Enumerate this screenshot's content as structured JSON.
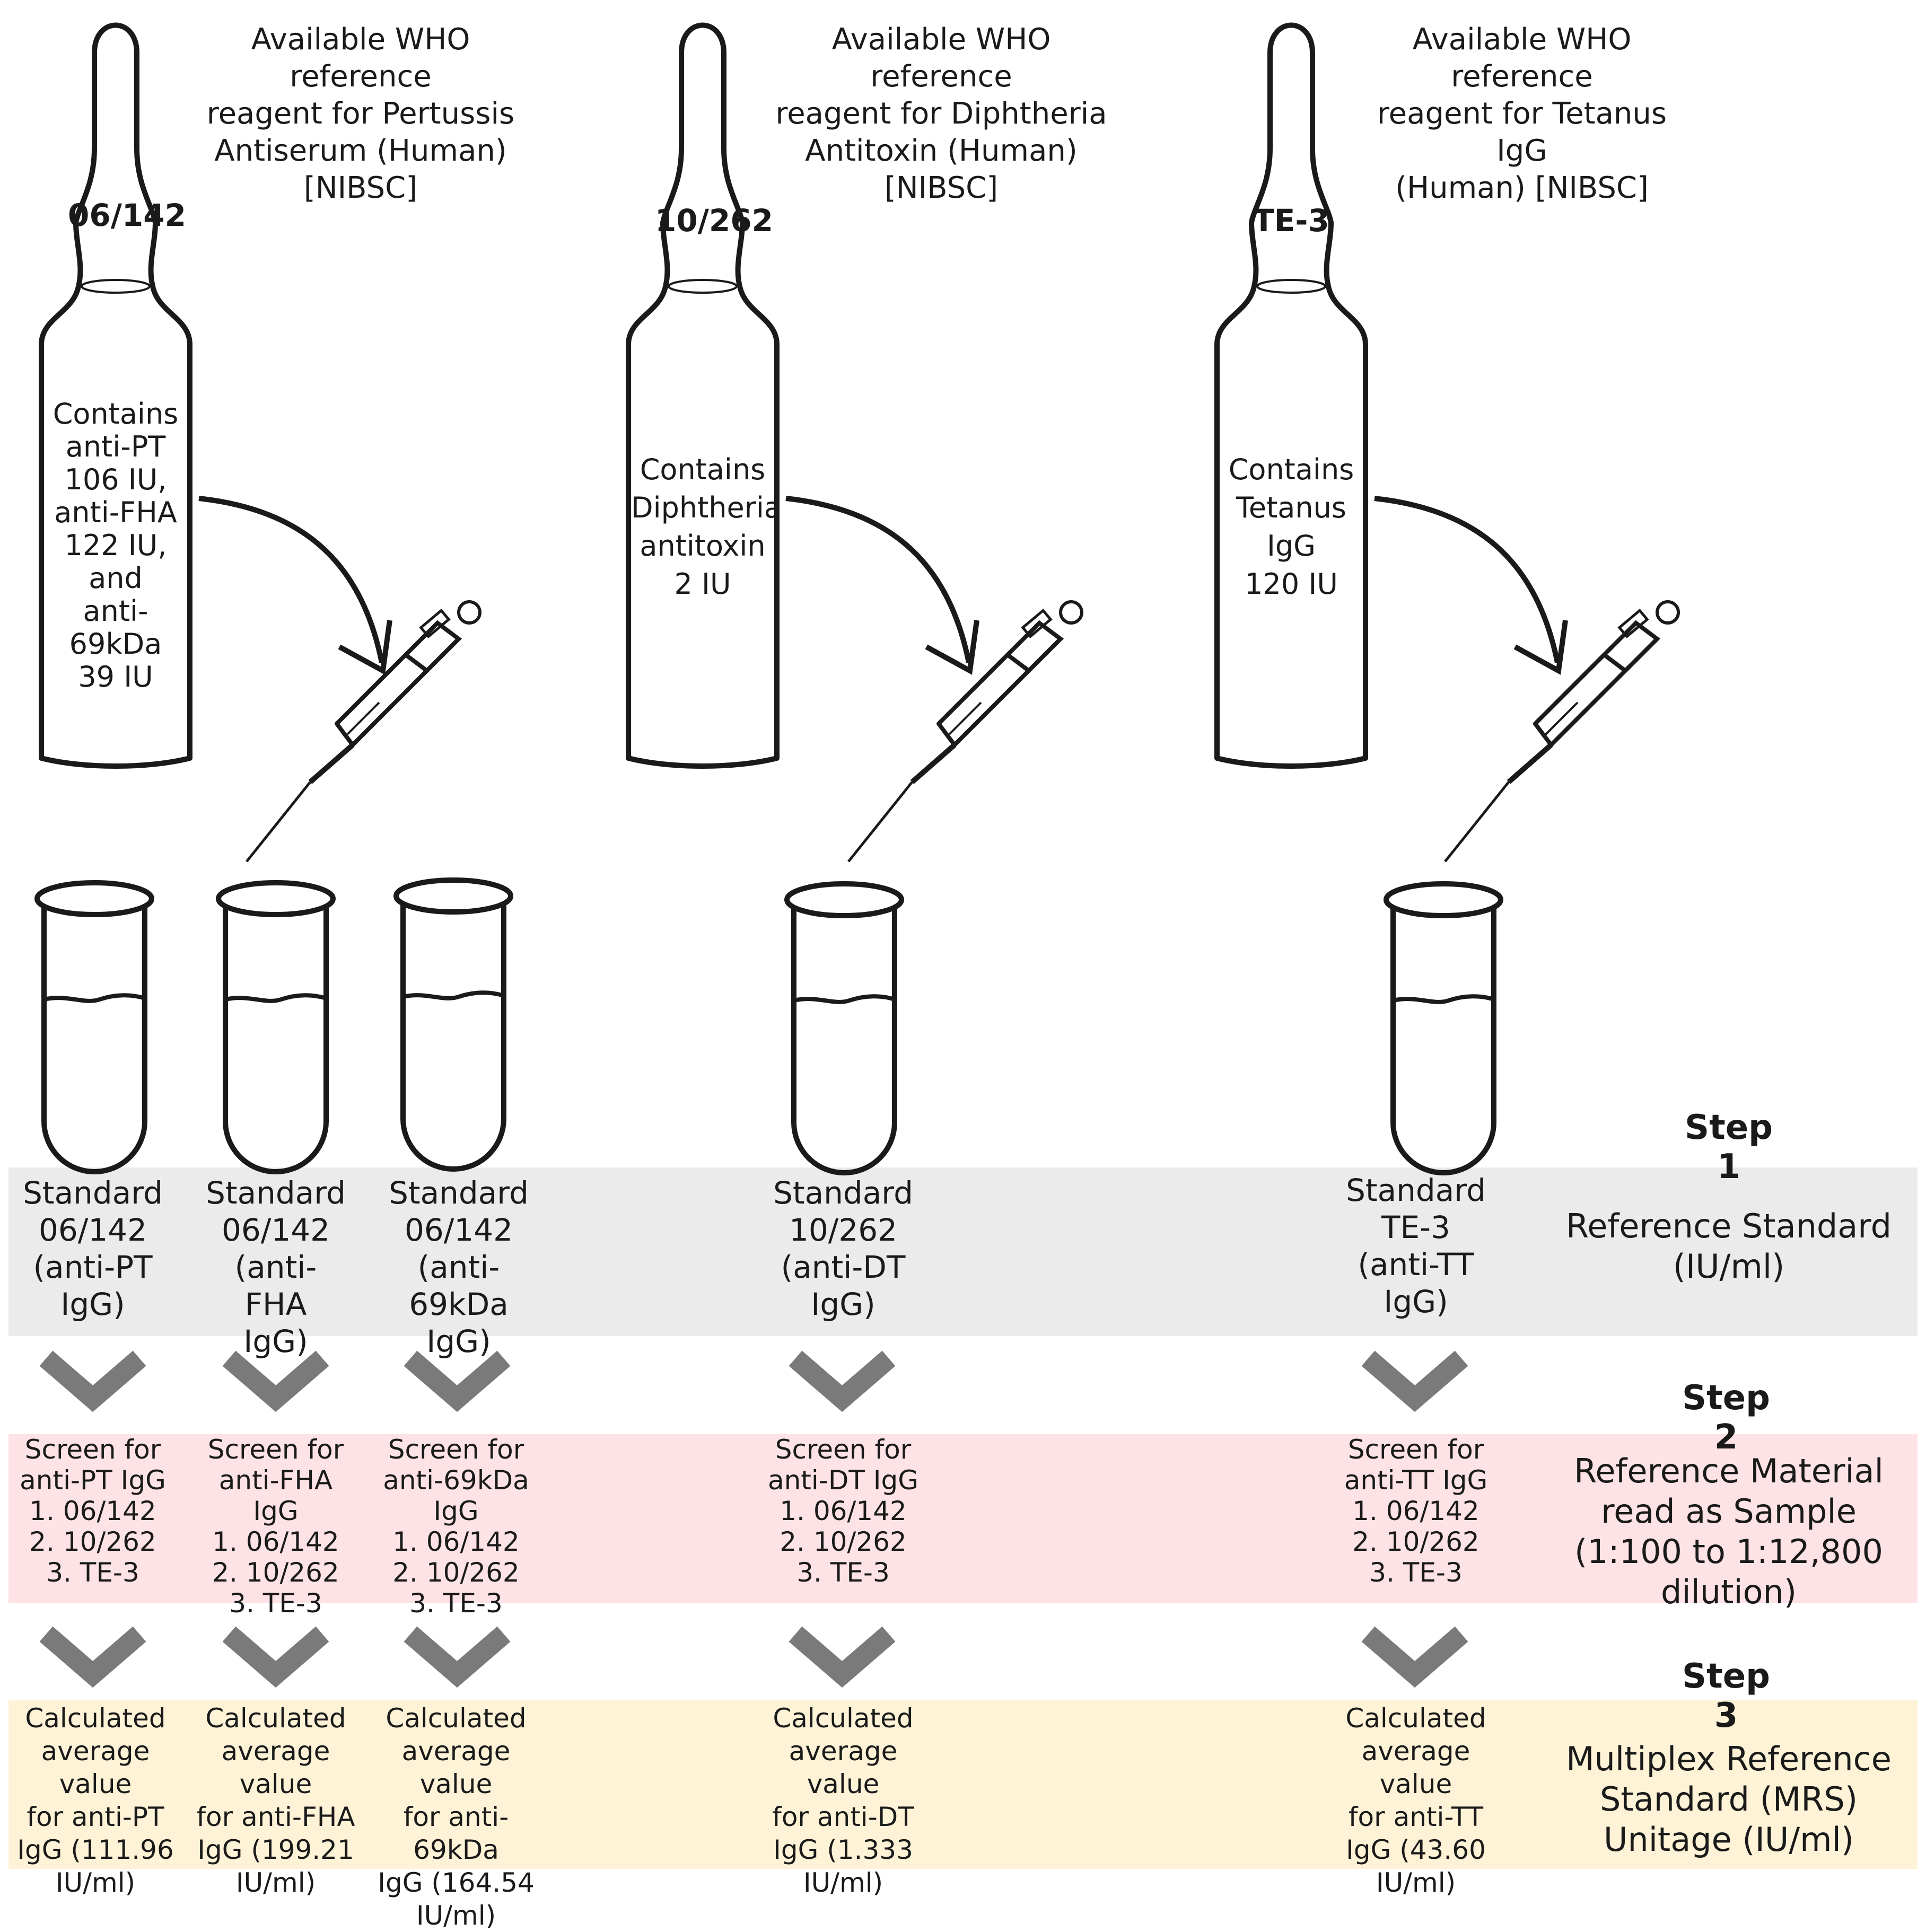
{
  "reagents": [
    {
      "title": "Available WHO reference\nreagent for Pertussis\nAntiserum (Human) [NIBSC]",
      "code": "06/142",
      "contents": "Contains\nanti-PT\n106 IU,\nanti-FHA\n122 IU,\nand\nanti-69kDa\n39 IU"
    },
    {
      "title": "Available WHO reference\nreagent for Diphtheria\nAntitoxin (Human) [NIBSC]",
      "code": "10/262",
      "contents": "Contains\nDiphtheria\nantitoxin\n2 IU"
    },
    {
      "title": "Available WHO reference\nreagent for Tetanus IgG\n(Human) [NIBSC]",
      "code": "TE-3",
      "contents": "Contains\nTetanus\nIgG\n120 IU"
    }
  ],
  "steps": {
    "step1": "Step 1",
    "step2": "Step 2",
    "step3": "Step 3"
  },
  "bands": {
    "reference_standard": "Reference Standard\n(IU/ml)",
    "reference_material": "Reference Material\nread as Sample\n(1:100 to 1:12,800 dilution)",
    "mrs": "Multiplex Reference\nStandard (MRS)\nUnitage (IU/ml)"
  },
  "columns": [
    {
      "standard": "Standard\n06/142\n(anti-PT\nIgG)",
      "screen": "Screen for\nanti-PT IgG\n1. 06/142\n2. 10/262\n3. TE-3",
      "calculated": "Calculated\naverage value\nfor anti-PT\nIgG (111.96\nIU/ml)"
    },
    {
      "standard": "Standard\n06/142\n(anti-FHA\nIgG)",
      "screen": "Screen for\nanti-FHA IgG\n1. 06/142\n2. 10/262\n3. TE-3",
      "calculated": "Calculated\naverage value\nfor anti-FHA\nIgG (199.21\nIU/ml)"
    },
    {
      "standard": "Standard\n06/142\n(anti-69kDa\nIgG)",
      "screen": "Screen for\nanti-69kDa IgG\n1. 06/142\n2. 10/262\n3. TE-3",
      "calculated": "Calculated\naverage value\nfor anti-69kDa\nIgG (164.54\nIU/ml)"
    },
    {
      "standard": "Standard\n10/262\n(anti-DT\nIgG)",
      "screen": "Screen for\nanti-DT IgG\n1. 06/142\n2. 10/262\n3. TE-3",
      "calculated": "Calculated\naverage value\nfor anti-DT\nIgG (1.333\nIU/ml)"
    },
    {
      "standard": "Standard\nTE-3\n(anti-TT\nIgG)",
      "screen": "Screen for\nanti-TT IgG\n1. 06/142\n2. 10/262\n3. TE-3",
      "calculated": "Calculated\naverage value\nfor anti-TT\nIgG (43.60\nIU/ml)"
    }
  ],
  "colors": {
    "reference_band": "#ebebeb",
    "material_band": "#fde3e6",
    "mrs_band": "#fef3d6",
    "chevron": "#7a7a7a",
    "ink": "#1a1a1a"
  }
}
